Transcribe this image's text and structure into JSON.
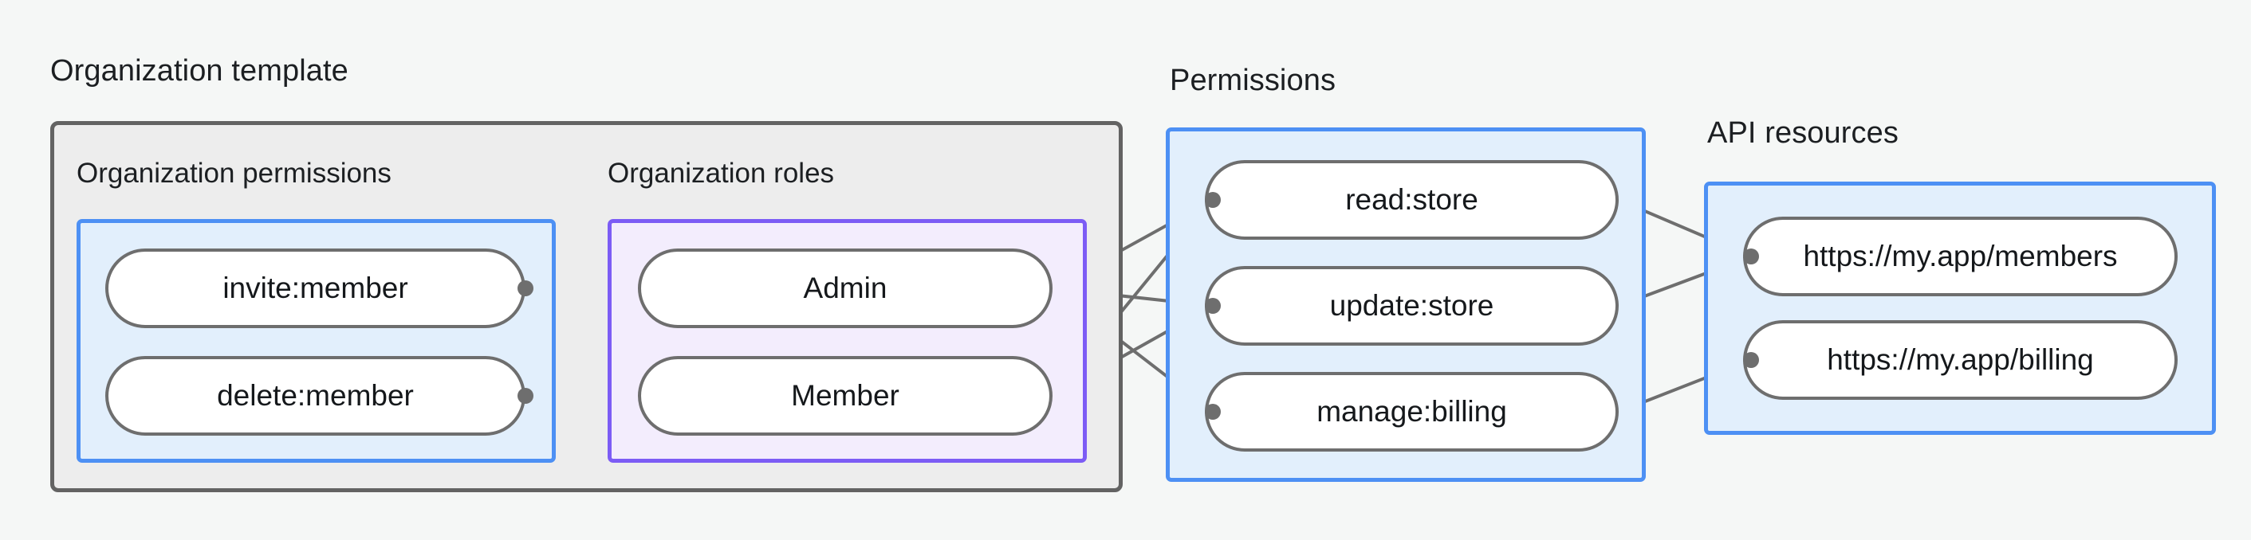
{
  "diagram": {
    "title_groups": {
      "organization_template": "Organization template",
      "permissions": "Permissions",
      "api_resources": "API resources"
    },
    "sections": {
      "organization_permissions": "Organization permissions",
      "organization_roles": "Organization roles"
    },
    "colors": {
      "background": "#f5f7f6",
      "outer_fill": "#ededed",
      "outer_border": "#636363",
      "blue_fill": "#e2effc",
      "blue_border": "#4d90f4",
      "purple_fill": "#f3edfd",
      "purple_border": "#7c5cf5",
      "node_fill": "#ffffff",
      "node_border": "#6e6e6e",
      "edge": "#6e6e6e",
      "text": "#15181b"
    },
    "nodes": {
      "organization_permissions": [
        {
          "id": "invite-member",
          "label": "invite:member"
        },
        {
          "id": "delete-member",
          "label": "delete:member"
        }
      ],
      "organization_roles": [
        {
          "id": "admin",
          "label": "Admin"
        },
        {
          "id": "member",
          "label": "Member"
        }
      ],
      "permissions": [
        {
          "id": "read-store",
          "label": "read:store"
        },
        {
          "id": "update-store",
          "label": "update:store"
        },
        {
          "id": "manage-billing",
          "label": "manage:billing"
        }
      ],
      "api_resources": [
        {
          "id": "members-url",
          "label": "https://my.app/members"
        },
        {
          "id": "billing-url",
          "label": "https://my.app/billing"
        }
      ]
    },
    "edges": [
      {
        "from": "invite-member",
        "to": "admin"
      },
      {
        "from": "invite-member",
        "to": "member"
      },
      {
        "from": "delete-member",
        "to": "member"
      },
      {
        "from": "admin",
        "to": "read-store"
      },
      {
        "from": "admin",
        "to": "update-store"
      },
      {
        "from": "admin",
        "to": "manage-billing"
      },
      {
        "from": "member",
        "to": "read-store"
      },
      {
        "from": "member",
        "to": "update-store"
      },
      {
        "from": "read-store",
        "to": "members-url"
      },
      {
        "from": "update-store",
        "to": "members-url"
      },
      {
        "from": "manage-billing",
        "to": "billing-url"
      }
    ]
  }
}
